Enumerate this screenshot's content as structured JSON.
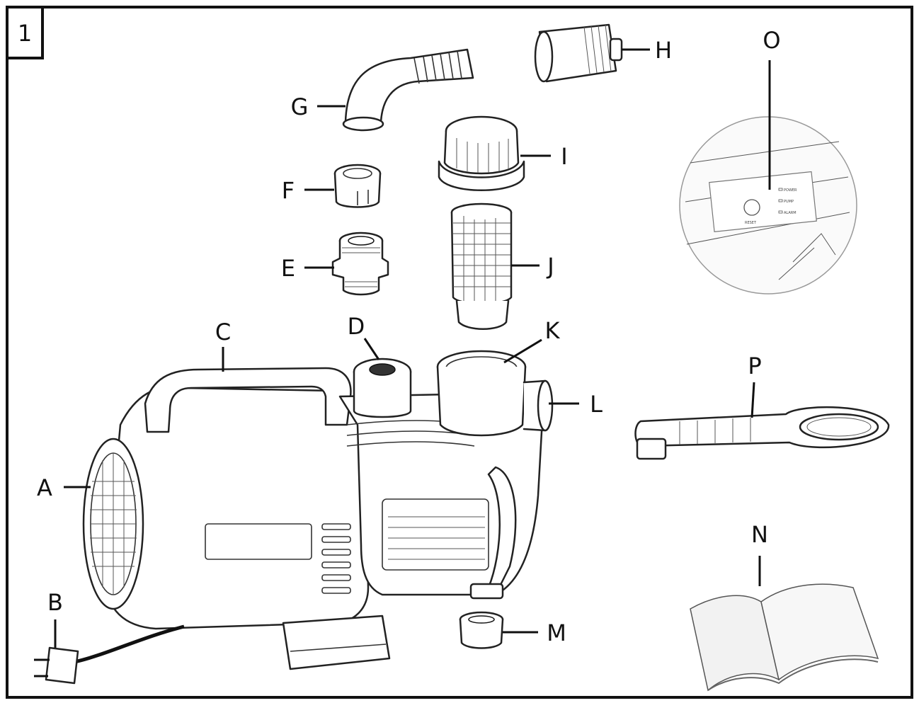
{
  "figure": {
    "number": "1",
    "labels": {
      "A": "A",
      "B": "B",
      "C": "C",
      "D": "D",
      "E": "E",
      "F": "F",
      "G": "G",
      "H": "H",
      "I": "I",
      "J": "J",
      "K": "K",
      "L": "L",
      "M": "M",
      "N": "N",
      "O": "O",
      "P": "P"
    },
    "panel": {
      "reset_label": "RESET",
      "indicator_1": "POWER",
      "indicator_2": "PUMP",
      "indicator_3": "ALARM"
    }
  }
}
